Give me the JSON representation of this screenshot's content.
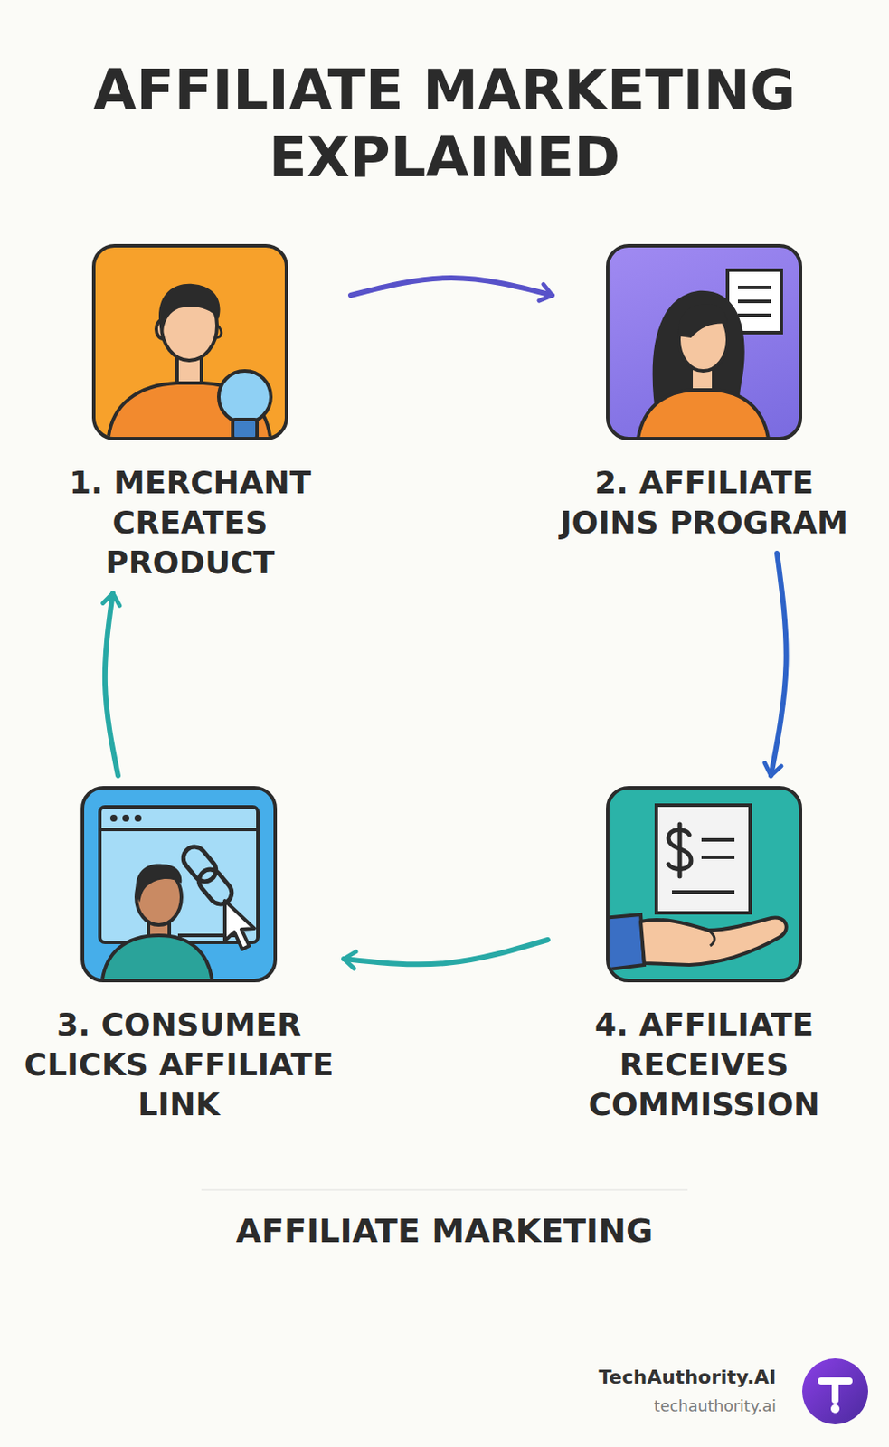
{
  "diagram": {
    "title": "AFFILIATE MARKETING EXPLAINED",
    "caption": "AFFILIATE MARKETING",
    "nodes": [
      {
        "text": [
          "1. MERCHANT CREATES PRODUCT"
        ]
      },
      {
        "text": [
          "2. AFFILIATE JOINS PROGRAM"
        ]
      },
      {
        "text": [
          "3. CONSUMER CLICKS AFFILIATE LINK"
        ]
      },
      {
        "text": [
          "4. AFFILIATE RECEIVES COMMISSION"
        ]
      }
    ],
    "edges": [
      {
        "from": 0,
        "to": 1,
        "arrow": "to"
      },
      {
        "from": 1,
        "to": 3,
        "arrow": "to"
      },
      {
        "from": 3,
        "to": 2,
        "arrow": "to"
      },
      {
        "from": 2,
        "to": 0,
        "arrow": "to"
      }
    ],
    "labels": [
      "TechAuthority.AI",
      "techauthority.ai"
    ]
  }
}
